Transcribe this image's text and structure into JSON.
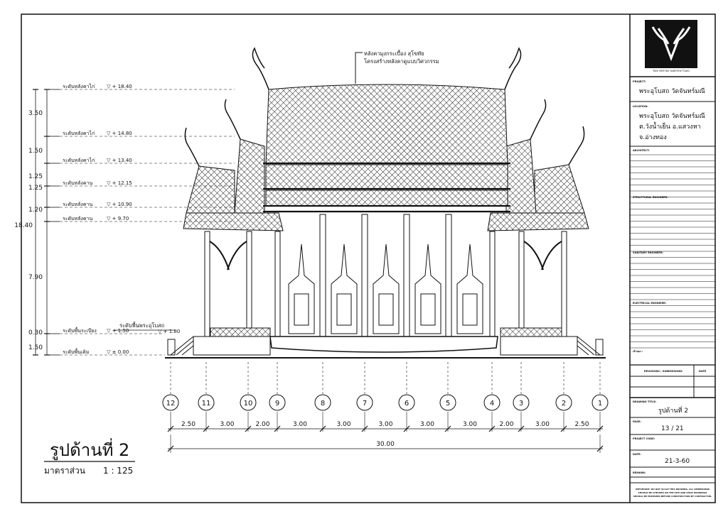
{
  "drawing": {
    "title": "รูปด้านที่ 2",
    "scale_label": "มาตราส่วน",
    "scale_value": "1 : 125",
    "roof_note_line1": "หลังคามุงกระเบื้อง สุโขทัย",
    "roof_note_line2": "โครงสร้างหลังคาดูแบบวิศวกรรม",
    "floor_note": "ระดับพื้นพระอุโบสถ",
    "floor_note_level": "▽ + 1.80"
  },
  "levels": [
    {
      "label": "ระดับหลังคาไก่",
      "value": "▽ + 18.40"
    },
    {
      "label": "ระดับหลังคาไก่",
      "value": "▽ + 14.80"
    },
    {
      "label": "ระดับหลังคาไก่",
      "value": "▽ + 13.40"
    },
    {
      "label": "ระดับหลังคาน",
      "value": "▽ + 12.15"
    },
    {
      "label": "ระดับหลังคาน",
      "value": "▽ + 10.90"
    },
    {
      "label": "ระดับหลังคาน",
      "value": "▽ + 9.70"
    },
    {
      "label": "ระดับพื้นระเบียง",
      "value": "▽ + 1.50"
    },
    {
      "label": "ระดับพื้นเดิม",
      "value": "▽ ± 0.00"
    }
  ],
  "vertical_dims": [
    "3.50",
    "1.50",
    "1.25",
    "1.25",
    "1.20",
    "7.90",
    "0.30",
    "1.50"
  ],
  "vertical_total": "18.40",
  "grid_lines": [
    "12",
    "11",
    "10",
    "9",
    "8",
    "7",
    "6",
    "5",
    "4",
    "3",
    "2",
    "1"
  ],
  "bay_dims": [
    "2.50",
    "3.00",
    "2.00",
    "3.00",
    "3.00",
    "3.00",
    "3.00",
    "3.00",
    "2.00",
    "3.00",
    "2.50"
  ],
  "overall_dim": "30.00",
  "title_block": {
    "logo_caption": "วัดจากทรายงานพรรรษาโบสถ",
    "project_label": "PROJECT:",
    "project": "พระอุโบสถ วัดจันทร์มณี",
    "location_label": "LOCATION:",
    "location_line1": "พระอุโบสถ วัดจันทร์มณี",
    "location_line2": "ต.วังน้ำเย็น   อ.แสวงหา",
    "location_line3": "จ.อ่างทอง",
    "architect_label": "ARCHITECT:",
    "structural_label": "STRUCTURAL ENGINEER:",
    "sanitary_label": "SANITARY ENGINEER:",
    "electrical_label": "ELECTRICAL ENGINEER:",
    "owner_label": "เจ้าของ :",
    "revisions_label": "REVISIONS / SUBMISSIONS",
    "date_col_label": "DATE",
    "drawing_title_label": "DRAWING TITLE:",
    "drawing_title": "รูปด้านที่ 2",
    "page_label": "PAGE:",
    "page": "13 / 21",
    "project_code_label": "PROJECT CODE:",
    "date_label": "DATE:",
    "date": "21-3-60",
    "remark_label": "REMARK:",
    "footer_line1": "IMPORTANT: DO NOT SCALE THIS DRAWING. ALL DIMENSIONS",
    "footer_line2": "SHOULD BE CHECKED ON THE SITE AND SHOP DRAWINGS",
    "footer_line3": "SHOULD BE PREPARED BEFORE CONSTRUCTION BY CONTRACTOR."
  },
  "colors": {
    "ink": "#111111",
    "paper": "#ffffff",
    "logo_bg": "#111111"
  }
}
